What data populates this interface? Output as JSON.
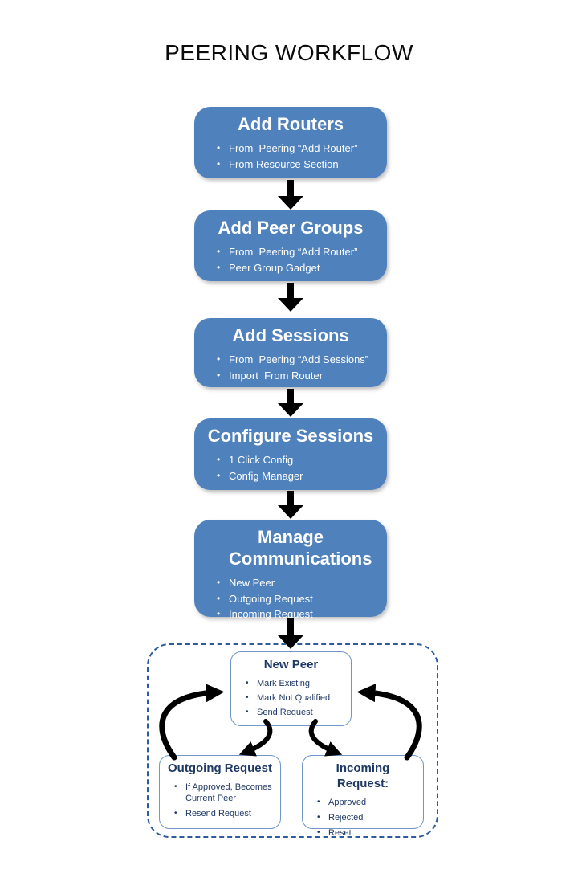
{
  "title": "PEERING WORKFLOW",
  "flow_boxes": [
    {
      "title": "Add Routers",
      "bullets": [
        "From  Peering “Add Router”",
        "From Resource Section"
      ]
    },
    {
      "title": "Add Peer Groups",
      "bullets": [
        "From  Peering “Add Router”",
        "Peer Group Gadget"
      ]
    },
    {
      "title": "Add Sessions",
      "bullets": [
        "From  Peering “Add Sessions”",
        "Import  From Router"
      ]
    },
    {
      "title": "Configure Sessions",
      "bullets": [
        "1 Click Config",
        "Config Manager"
      ]
    },
    {
      "title": "Manage Communications",
      "bullets": [
        "New Peer",
        "Outgoing Request",
        "Incoming Request"
      ]
    }
  ],
  "cycle": {
    "new_peer": {
      "title": "New Peer",
      "bullets": [
        "Mark Existing",
        "Mark Not Qualified",
        "Send Request"
      ]
    },
    "outgoing": {
      "title": "Outgoing Request",
      "bullets": [
        "If Approved, Becomes Current Peer",
        "Resend Request"
      ]
    },
    "incoming": {
      "title": "Incoming Request:",
      "bullets": [
        "Approved",
        "Rejected",
        "Reset"
      ]
    }
  },
  "colors": {
    "flow_box_fill": "#4F81BD",
    "flow_box_text": "#FFFFFF",
    "detail_box_border": "#6E96C8",
    "detail_box_text": "#1F3864",
    "dashed_border": "#2E5B9A",
    "arrow": "#000000",
    "title_text": "#0B0B0B"
  }
}
